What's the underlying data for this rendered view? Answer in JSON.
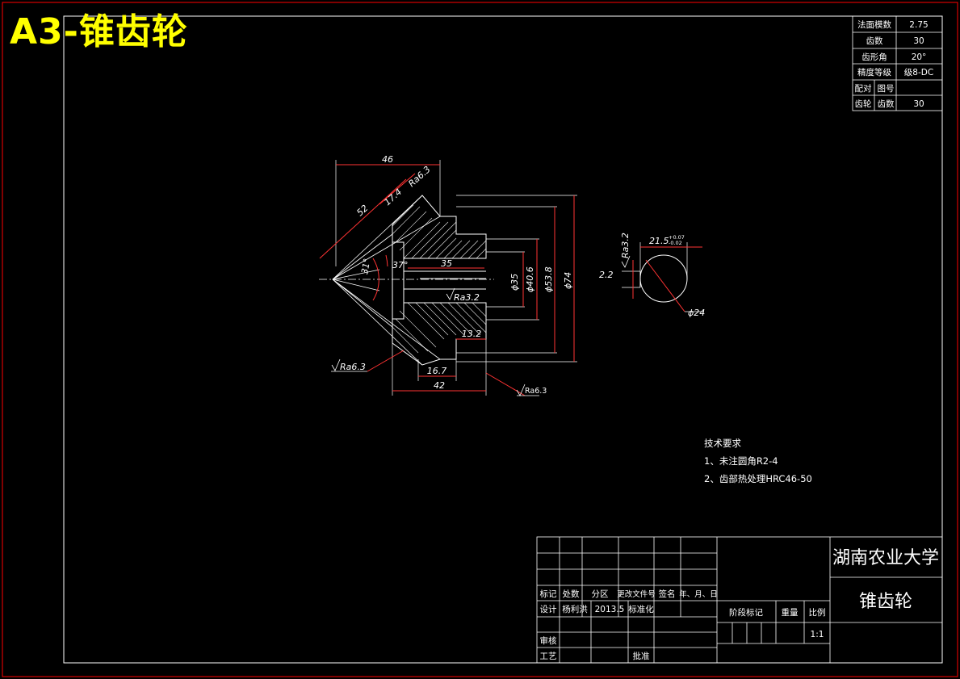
{
  "title": "A3-锥齿轮",
  "params_table": [
    {
      "label": "法面模数",
      "value": "2.75"
    },
    {
      "label": "齿数",
      "value": "30"
    },
    {
      "label": "齿形角",
      "value": "20°"
    },
    {
      "label": "精度等级",
      "value": "级8-DC"
    }
  ],
  "mating": {
    "group_top": "配对",
    "group_bottom": "齿轮",
    "drawing_no_label": "图号",
    "teeth_label": "齿数",
    "teeth_value": "30"
  },
  "dimensions": {
    "d46": "46",
    "d52": "52",
    "d17_4": "17.4",
    "ra_cone": "Ra6.3",
    "ang31": "31°",
    "ang37": "37°",
    "d35_len": "35",
    "ra_bore": "Ra3.2",
    "phi35": "ϕ35",
    "phi40_6": "ϕ40.6",
    "phi53_8": "ϕ53.8",
    "phi74": "ϕ74",
    "d13_2": "13.2",
    "d16_7": "16.7",
    "d42": "42",
    "ra_bottom": "Ra6.3",
    "ra_back": "Ra6.3"
  },
  "keyway_view": {
    "ra": "Ra3.2",
    "width": "21.5",
    "tol_upper": "+0.07",
    "tol_lower": "-0.02",
    "depth": "2.2",
    "diameter": "ϕ24"
  },
  "tech_requirements": {
    "heading": "技术要求",
    "items": [
      "1、未注圆角R2-4",
      "2、齿部热处理HRC46-50"
    ]
  },
  "title_block": {
    "school": "湖南农业大学",
    "part_name": "锥齿轮",
    "headers": [
      "标记",
      "处数",
      "分区",
      "更改文件号",
      "签名",
      "年、月、日"
    ],
    "designer_label": "设计",
    "designer": "杨利洪",
    "date": "2013.5",
    "standardize_label": "标准化",
    "review_label": "审核",
    "process_label": "工艺",
    "approve_label": "批准",
    "stage_label": "阶段标记",
    "weight_label": "重量",
    "scale_label": "比例",
    "scale": "1:1"
  },
  "colors": {
    "background": "#000000",
    "frame": "#ff0000",
    "line": "#ffffff",
    "title": "#ffff00"
  }
}
